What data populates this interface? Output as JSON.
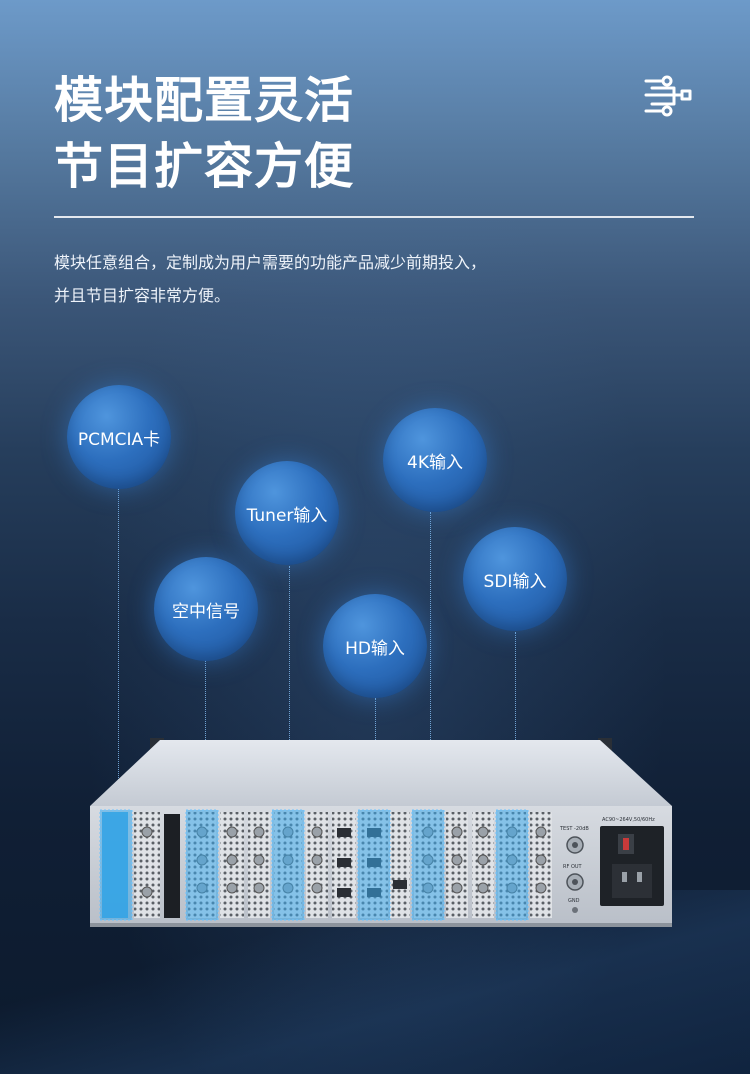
{
  "header": {
    "title_lines": [
      "模块配置灵活",
      "节目扩容方便"
    ],
    "description_lines": [
      "模块任意组合，定制成为用户需要的功能产品减少前期投入，",
      "并且节目扩容非常方便。"
    ],
    "icon": "network-topology-icon"
  },
  "modules": [
    {
      "label": "PCMCIA卡"
    },
    {
      "label": "Tuner输入"
    },
    {
      "label": "4K输入"
    },
    {
      "label": "空中信号"
    },
    {
      "label": "SDI输入"
    },
    {
      "label": "HD输入"
    }
  ],
  "device": {
    "test_label": "TEST -20dB",
    "rf_out_label": "RF OUT",
    "gnd_label": "GND",
    "power_label": "AC90~264V,50/60Hz"
  },
  "colors": {
    "accent": "#2d6fbe",
    "highlight": "#3fa6e8",
    "text": "#ffffff"
  }
}
